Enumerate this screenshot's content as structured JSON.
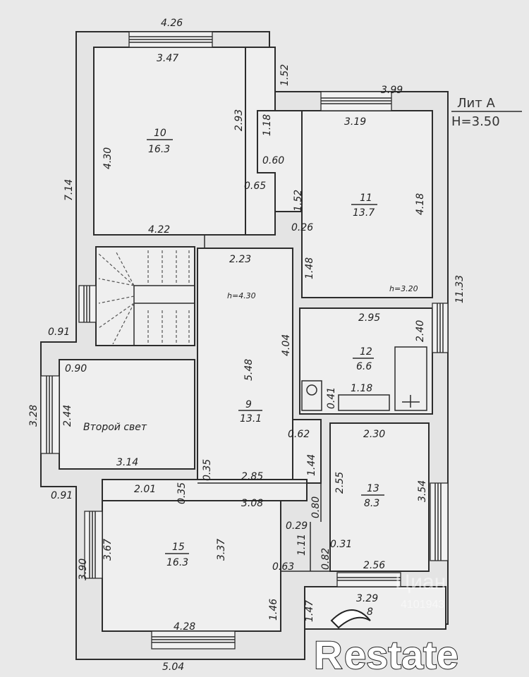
{
  "header": {
    "line1": "Лит А",
    "line2": "Н=3.50"
  },
  "rooms": {
    "r10": {
      "num": "10",
      "area": "16.3"
    },
    "r11": {
      "num": "11",
      "area": "13.7",
      "height": "h=3.20"
    },
    "r9": {
      "num": "9",
      "area": "13.1",
      "height": "h=4.30"
    },
    "r12": {
      "num": "12",
      "area": "6.6"
    },
    "r13": {
      "num": "13",
      "area": "8.3"
    },
    "r15": {
      "num": "15",
      "area": "16.3"
    },
    "r8": {
      "num": "8"
    },
    "second_light": "Второй свет"
  },
  "dims": {
    "d_4_26": "4.26",
    "d_3_47": "3.47",
    "d_1_52a": "1.52",
    "d_3_99": "3.99",
    "d_3_19": "3.19",
    "d_2_93": "2.93",
    "d_1_18": "1.18",
    "d_4_30": "4.30",
    "d_0_60": "0.60",
    "d_7_14": "7.14",
    "d_0_65": "0.65",
    "d_1_52b": "1.52",
    "d_4_18": "4.18",
    "d_4_22": "4.22",
    "d_0_26": "0.26",
    "d_2_23": "2.23",
    "d_1_48": "1.48",
    "d_11_33": "11.33",
    "d_2_95": "2.95",
    "d_2_40": "2.40",
    "d_0_91a": "0.91",
    "d_0_90": "0.90",
    "d_5_48": "5.48",
    "d_4_04": "4.04",
    "d_0_41": "0.41",
    "d_1_18b": "1.18",
    "d_3_28": "3.28",
    "d_2_44": "2.44",
    "d_0_62": "0.62",
    "d_2_30": "2.30",
    "d_3_14": "3.14",
    "d_0_35a": "0.35",
    "d_1_44": "1.44",
    "d_2_85": "2.85",
    "d_2_55": "2.55",
    "d_3_54": "3.54",
    "d_0_91b": "0.91",
    "d_2_01": "2.01",
    "d_0_35b": "0.35",
    "d_3_08": "3.08",
    "d_0_80": "0.80",
    "d_0_29": "0.29",
    "d_3_67": "3.67",
    "d_3_37": "3.37",
    "d_1_11": "1.11",
    "d_0_31": "0.31",
    "d_3_90": "3.90",
    "d_0_63": "0.63",
    "d_0_82": "0.82",
    "d_2_56": "2.56",
    "d_3_29": "3.29",
    "d_1_46": "1.46",
    "d_1_47": "1.47",
    "d_4_28": "4.28",
    "d_5_04": "5.04"
  },
  "watermark": {
    "brand": "Циан",
    "id": "4101943"
  },
  "logo": {
    "text": "estate",
    "initial": "R"
  }
}
